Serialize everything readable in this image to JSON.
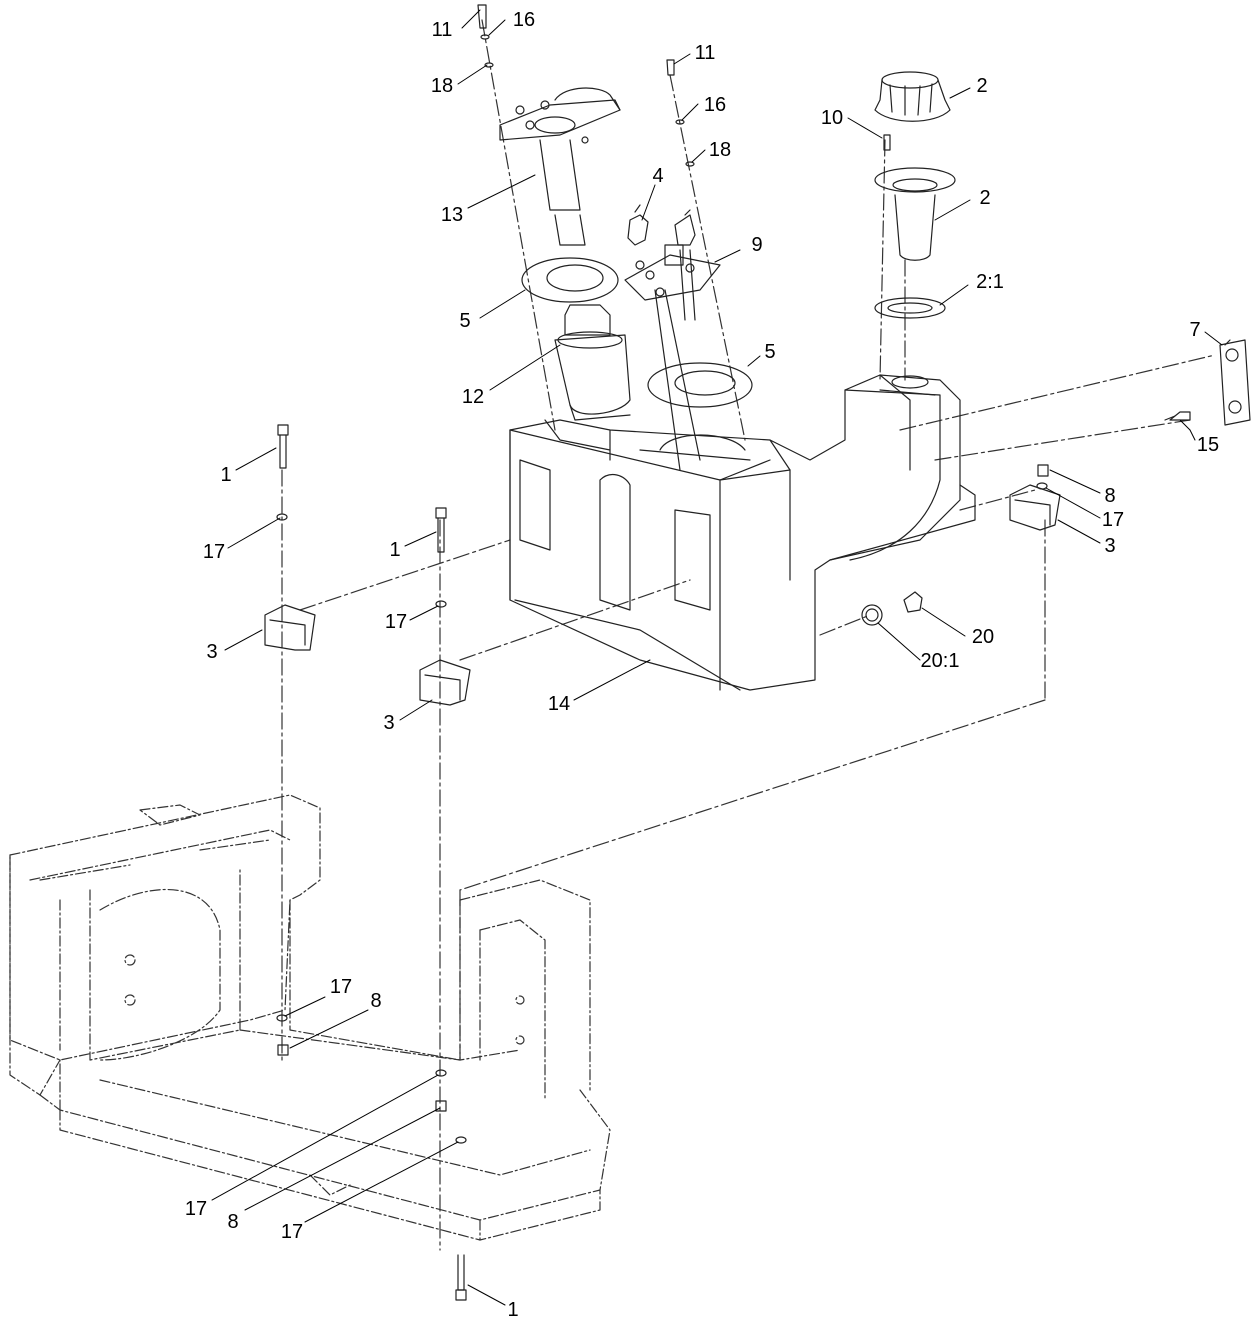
{
  "diagram": {
    "callouts": [
      {
        "id": "c1",
        "text": "11"
      },
      {
        "id": "c2",
        "text": "16"
      },
      {
        "id": "c3",
        "text": "18"
      },
      {
        "id": "c4",
        "text": "11"
      },
      {
        "id": "c5",
        "text": "16"
      },
      {
        "id": "c6",
        "text": "18"
      },
      {
        "id": "c7",
        "text": "13"
      },
      {
        "id": "c8",
        "text": "4"
      },
      {
        "id": "c9",
        "text": "9"
      },
      {
        "id": "c10",
        "text": "5"
      },
      {
        "id": "c11",
        "text": "12"
      },
      {
        "id": "c12",
        "text": "5"
      },
      {
        "id": "c13",
        "text": "2"
      },
      {
        "id": "c14",
        "text": "10"
      },
      {
        "id": "c15",
        "text": "2"
      },
      {
        "id": "c16",
        "text": "2:1"
      },
      {
        "id": "c17",
        "text": "7"
      },
      {
        "id": "c18",
        "text": "15"
      },
      {
        "id": "c19",
        "text": "8"
      },
      {
        "id": "c20",
        "text": "17"
      },
      {
        "id": "c21",
        "text": "3"
      },
      {
        "id": "c22",
        "text": "1"
      },
      {
        "id": "c23",
        "text": "17"
      },
      {
        "id": "c24",
        "text": "1"
      },
      {
        "id": "c25",
        "text": "17"
      },
      {
        "id": "c26",
        "text": "3"
      },
      {
        "id": "c27",
        "text": "3"
      },
      {
        "id": "c28",
        "text": "14"
      },
      {
        "id": "c29",
        "text": "20"
      },
      {
        "id": "c30",
        "text": "20:1"
      },
      {
        "id": "c31",
        "text": "17"
      },
      {
        "id": "c32",
        "text": "8"
      },
      {
        "id": "c33",
        "text": "17"
      },
      {
        "id": "c34",
        "text": "8"
      },
      {
        "id": "c35",
        "text": "17"
      },
      {
        "id": "c36",
        "text": "1"
      }
    ]
  }
}
